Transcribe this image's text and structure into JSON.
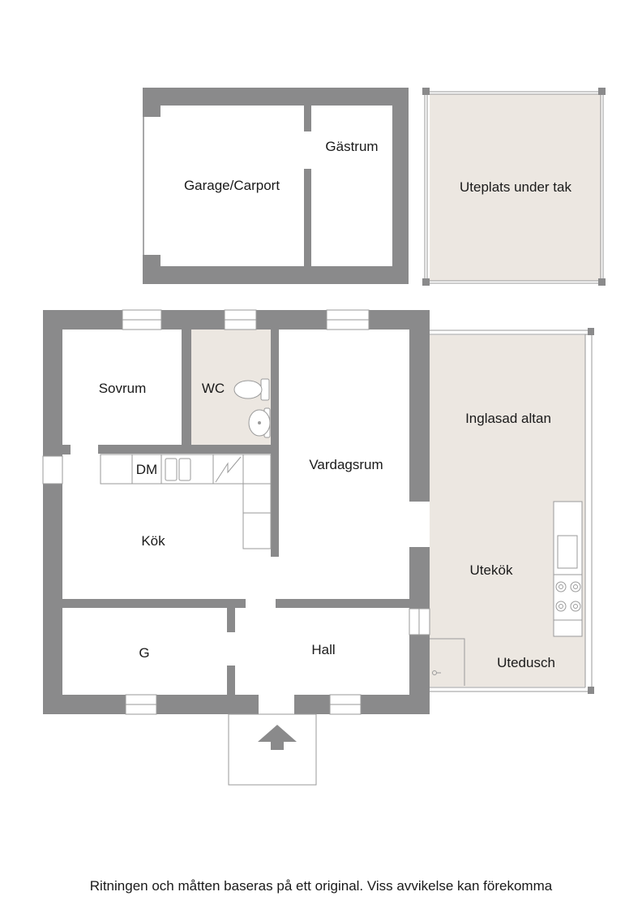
{
  "colors": {
    "wall": "#8a8a8b",
    "floor_tint": "#ece7e1",
    "fixture_line": "#9a9a9a",
    "background": "#ffffff"
  },
  "rooms": {
    "garage": "Garage/Carport",
    "guest_room": "Gästrum",
    "covered_patio": "Uteplats under tak",
    "bedroom": "Sovrum",
    "wc": "WC",
    "dishwasher": "DM",
    "living_room": "Vardagsrum",
    "glazed_deck": "Inglasad altan",
    "kitchen": "Kök",
    "outdoor_kitchen": "Utekök",
    "storage": "G",
    "hall": "Hall",
    "outdoor_shower": "Utedusch"
  },
  "icons": {
    "entrance": "entrance-arrow-icon",
    "toilet": "toilet-icon",
    "sink": "sink-icon",
    "stove": "stove-icon",
    "fridge": "fridge-icon",
    "shower": "shower-icon"
  },
  "footer": {
    "disclaimer": "Ritningen och måtten baseras på ett original. Viss avvikelse kan förekomma"
  }
}
